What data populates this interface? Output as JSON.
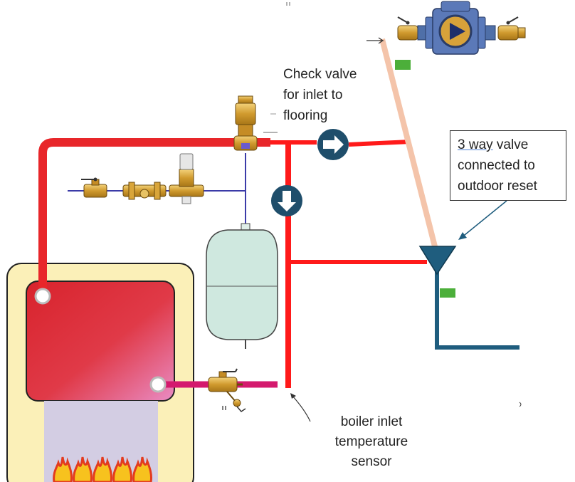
{
  "labels": {
    "check_valve": [
      "Check valve",
      "for inlet to",
      "flooring"
    ],
    "three_way_valve": [
      "3 way valve",
      "connected to",
      "outdoor reset"
    ],
    "three_way_valve_underlined": "3 way",
    "three_way_valve_rest": " valve",
    "boiler_sensor": [
      "boiler inlet",
      "temperature",
      "sensor"
    ]
  },
  "colors": {
    "hot_pipe": "#ee1c1c",
    "return_pipe": "#d41a6e",
    "reset_pipe": "#f5c1a8",
    "mixed_pipe": "#1f5d7e",
    "boiler_body": "#fbf0b8",
    "boiler_tank": "#dd2a36",
    "expansion_tank": "#cfe8df",
    "brass": "#d9a53a",
    "indicator_green": "#4caf3a"
  },
  "icons": [
    "check-valve-arrow-right-icon",
    "check-valve-arrow-down-icon",
    "flame-icon",
    "pump-icon",
    "ball-valve-icon"
  ]
}
